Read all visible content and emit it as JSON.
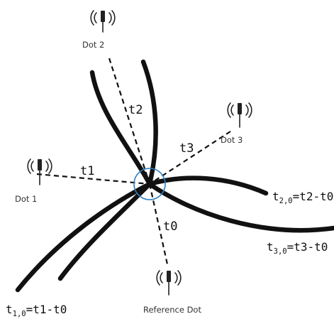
{
  "dots": {
    "dot1": {
      "label": "Dot 1",
      "icon": "antenna-icon"
    },
    "dot2": {
      "label": "Dot 2",
      "icon": "antenna-icon"
    },
    "dot3": {
      "label": "Dot 3",
      "icon": "antenna-icon"
    },
    "reference": {
      "label": "Reference Dot",
      "icon": "antenna-icon"
    }
  },
  "times": {
    "t0": "t0",
    "t1": "t1",
    "t2": "t2",
    "t3": "t3"
  },
  "differences": {
    "t10": {
      "base": "t",
      "sub": "1,0",
      "expr": "=t1-t0"
    },
    "t20": {
      "base": "t",
      "sub": "2,0",
      "expr": "=t2-t0"
    },
    "t30": {
      "base": "t",
      "sub": "3,0",
      "expr": "=t3-t0"
    }
  },
  "colors": {
    "intersection_circle": "#2f7fc1",
    "curves": "#111111"
  }
}
